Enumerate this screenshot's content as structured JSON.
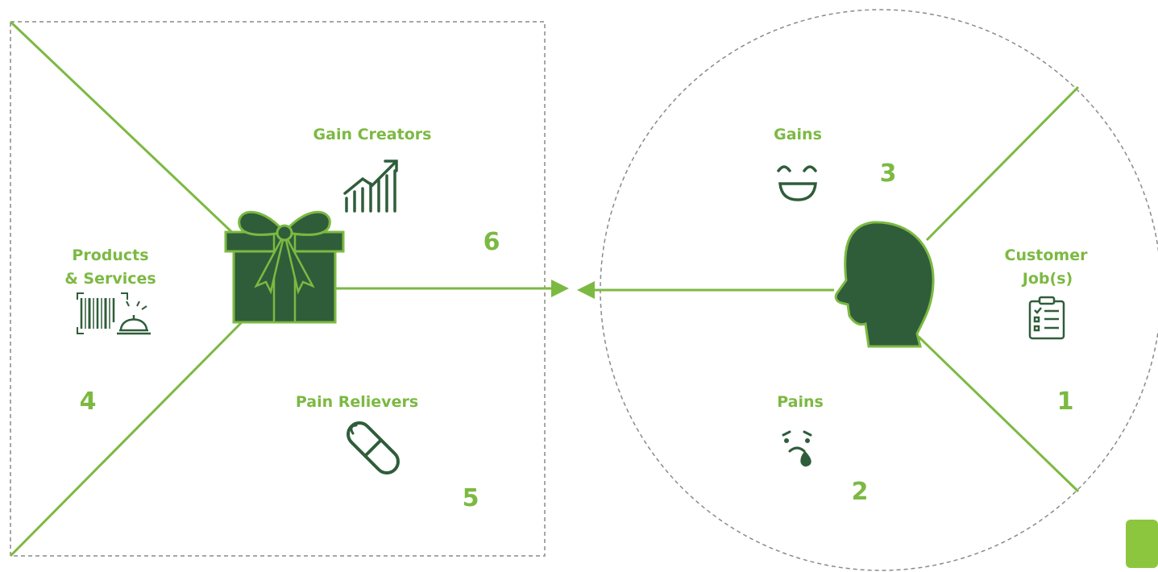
{
  "value_map": {
    "gain_creators": {
      "label": "Gain Creators",
      "number": "6",
      "icon": "growth-chart-icon"
    },
    "products_services": {
      "label_line1": "Products",
      "label_line2": "& Services",
      "number": "4",
      "icon": "barcode-bell-icon"
    },
    "pain_relievers": {
      "label": "Pain Relievers",
      "number": "5",
      "icon": "pill-icon"
    },
    "center_icon": "gift-box-icon"
  },
  "customer_profile": {
    "gains": {
      "label": "Gains",
      "number": "3",
      "icon": "smile-icon"
    },
    "pains": {
      "label": "Pains",
      "number": "2",
      "icon": "crying-face-icon"
    },
    "jobs": {
      "label_line1": "Customer",
      "label_line2": "Job(s)",
      "number": "1",
      "icon": "clipboard-icon"
    },
    "center_icon": "head-profile-icon"
  },
  "colors": {
    "accent": "#7cb942",
    "dark": "#2f5d3a",
    "border": "#8a8a8a"
  }
}
